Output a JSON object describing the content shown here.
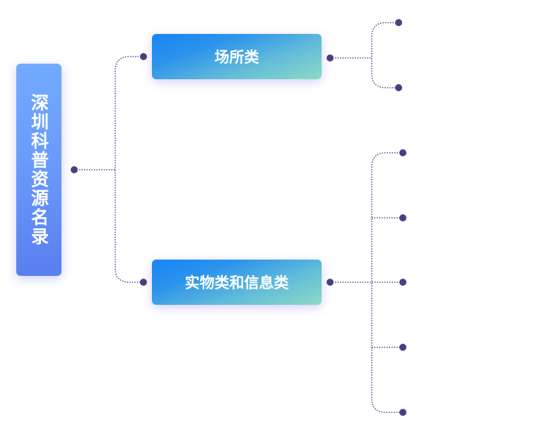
{
  "diagram": {
    "type": "mind-map",
    "root": {
      "label": "深圳科普资源名录"
    },
    "branches": [
      {
        "label": "场所类",
        "leaves": [
          "",
          ""
        ]
      },
      {
        "label": "实物类和信息类",
        "leaves": [
          "",
          "",
          "",
          "",
          ""
        ]
      }
    ]
  },
  "colors": {
    "connector": "#4a3f80",
    "root_gradient_top": "#72aaff",
    "root_gradient_bottom": "#5a7ef0",
    "branch_gradient_start": "#1684f6",
    "branch_gradient_end": "#8cdac5",
    "text": "#ffffff"
  }
}
